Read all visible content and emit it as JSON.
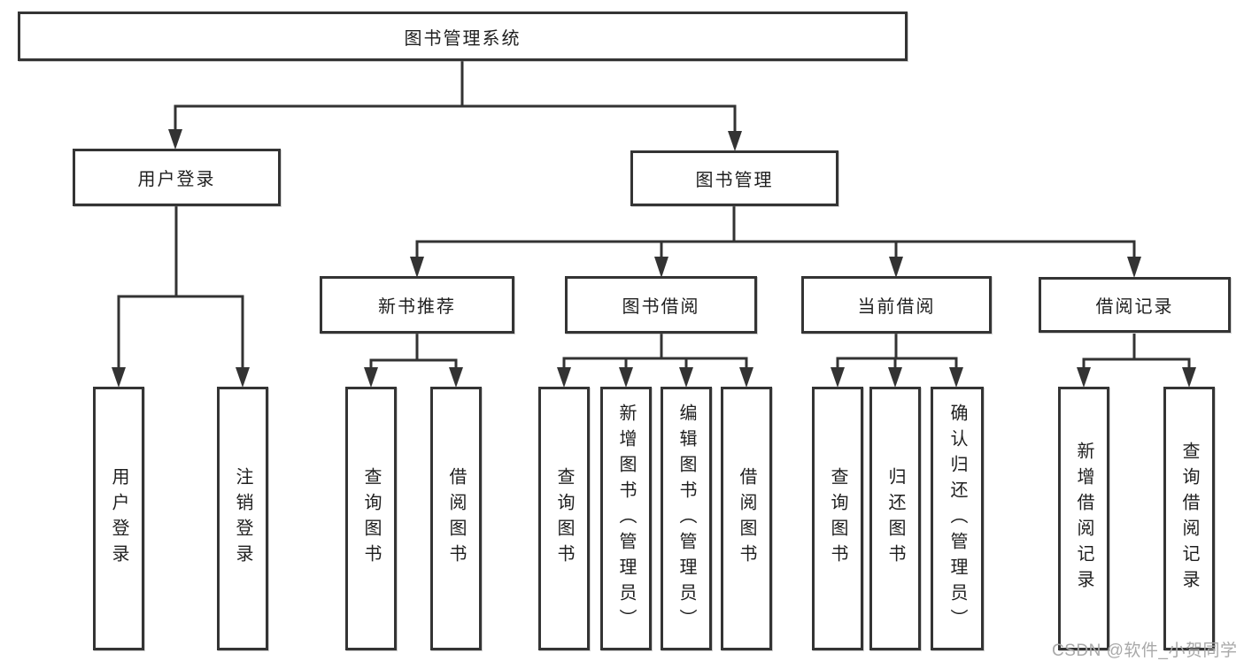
{
  "diagram": {
    "type": "hierarchy-tree",
    "root": {
      "label": "图书管理系统",
      "children": [
        {
          "label": "用户登录",
          "children": [
            {
              "label": "用户登录"
            },
            {
              "label": "注销登录"
            }
          ]
        },
        {
          "label": "图书管理",
          "children": [
            {
              "label": "新书推荐",
              "children": [
                {
                  "label": "查询图书"
                },
                {
                  "label": "借阅图书"
                }
              ]
            },
            {
              "label": "图书借阅",
              "children": [
                {
                  "label": "查询图书"
                },
                {
                  "label": "新增图书（管理员）"
                },
                {
                  "label": "编辑图书（管理员）"
                },
                {
                  "label": "借阅图书"
                }
              ]
            },
            {
              "label": "当前借阅",
              "children": [
                {
                  "label": "查询图书"
                },
                {
                  "label": "归还图书"
                },
                {
                  "label": "确认归还（管理员）"
                }
              ]
            },
            {
              "label": "借阅记录",
              "children": [
                {
                  "label": "新增借阅记录"
                },
                {
                  "label": "查询借阅记录"
                }
              ]
            }
          ]
        }
      ]
    },
    "colors": {
      "line": "#333333",
      "box_border": "#343434",
      "box_fill": "#ffffff",
      "text": "#1f1f1f",
      "watermark": "#a9a9a9",
      "background": "#ffffff"
    },
    "watermark": {
      "text": "CSDN @软件_小贺同学"
    }
  }
}
